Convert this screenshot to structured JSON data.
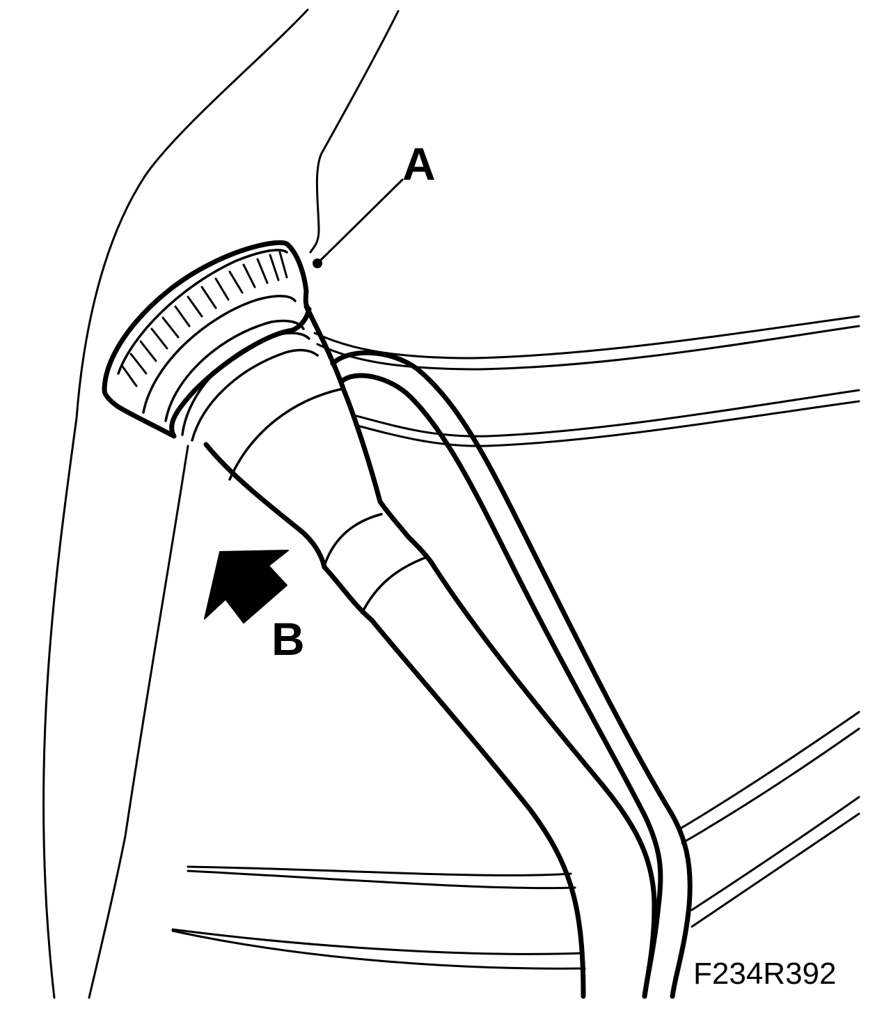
{
  "figure": {
    "labels": {
      "a": "A",
      "b": "B"
    },
    "code": "F234R392"
  },
  "colors": {
    "line": "#000000",
    "background": "#ffffff"
  },
  "icons": {
    "arrow_b": "arrow-up-left-icon"
  }
}
